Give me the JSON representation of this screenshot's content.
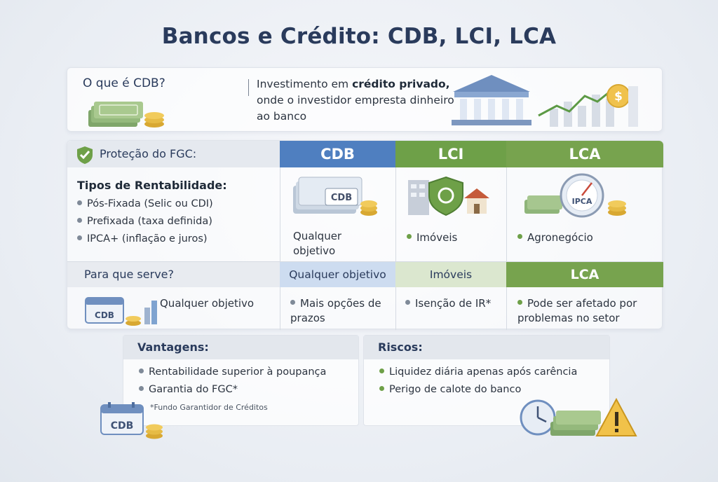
{
  "title": "Bancos e Crédito: CDB, LCI, LCA",
  "intro": {
    "question": "O que é CDB?",
    "desc_prefix": "Investimento em ",
    "desc_bold": "crédito privado,",
    "desc_suffix": "onde o investidor empresta dinheiro ao banco"
  },
  "grid": {
    "fgc_label": "Proteção do FGC:",
    "columns": [
      {
        "name": "CDB",
        "color": "#4f7fc0"
      },
      {
        "name": "LCI",
        "color": "#6ea048"
      },
      {
        "name": "LCA",
        "color": "#77a34e"
      }
    ],
    "icon_labels": {
      "cdb": "CDB",
      "lca_gauge": "IPCA"
    },
    "rentabilidade": {
      "title": "Tipos de Rentabilidade:",
      "items": [
        "Pós-Fixada (Selic ou CDI)",
        "Prefixada (taxa definida)",
        "IPCA+ (inflação e juros)"
      ]
    },
    "uses_row": {
      "cdb": "Qualquer objetivo",
      "lci": "Imóveis",
      "lca": "Agronegócio"
    },
    "para_que_serve": {
      "label": "Para que serve?",
      "text": "Qualquer objetivo",
      "sub_cdb": "Qualquer objetivo",
      "sub_lci": "Imóveis",
      "sub_lca": "LCA"
    },
    "features": {
      "cdb": "Mais opções de prazos",
      "lci": "Isenção de IR*",
      "lca": "Pode ser afetado por problemas no setor"
    }
  },
  "vantagens": {
    "title": "Vantagens:",
    "items": [
      "Rentabilidade superior à poupança",
      "Garantia do FGC*"
    ],
    "note": "*Fundo Garantidor de Créditos"
  },
  "riscos": {
    "title": "Riscos:",
    "items": [
      "Liquidez diária apenas após carência",
      "Perigo de calote do banco"
    ]
  },
  "colors": {
    "blue": "#4f7fc0",
    "green": "#6ea048",
    "title": "#2a3b5c",
    "bullet_gray": "#7f8a98",
    "bullet_green": "#6ea048"
  }
}
